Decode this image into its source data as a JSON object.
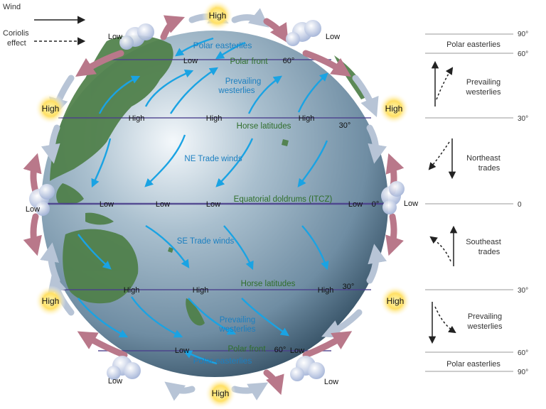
{
  "legend": {
    "wind": "Wind",
    "coriolis_line1": "Coriolis",
    "coriolis_line2": "effect"
  },
  "belts": {
    "polar_easterlies": "Polar easterlies",
    "polar_front": "Polar front",
    "prevailing_line1": "Prevailing",
    "prevailing_line2": "westerlies",
    "horse_latitudes": "Horse latitudes",
    "ne_trades": "NE Trade winds",
    "itcz": "Equatorial doldrums (ITCZ)",
    "se_trades": "SE Trade winds"
  },
  "pressure": {
    "high": "High",
    "low": "Low"
  },
  "latitudes_on_globe": {
    "lat60": "60°",
    "lat30": "30°",
    "lat0": "0°"
  },
  "side_scale": {
    "ticks": [
      "90°",
      "60°",
      "30°",
      "0",
      "30°",
      "60°",
      "90°"
    ],
    "zones": [
      {
        "lines": [
          "Polar easterlies"
        ]
      },
      {
        "lines": [
          "Prevailing",
          "westerlies"
        ]
      },
      {
        "lines": [
          "Northeast",
          "trades"
        ]
      },
      {
        "lines": [
          "Southeast",
          "trades"
        ]
      },
      {
        "lines": [
          "Prevailing",
          "westerlies"
        ]
      },
      {
        "lines": [
          "Polar easterlies"
        ]
      }
    ]
  },
  "colors": {
    "ocean": "#6f8da3",
    "land": "#4e7f48",
    "wind_arrow": "#1aa3e3",
    "pressure_line": "#4a3f8c",
    "belt_label": "#2f6e2a",
    "wind_label": "#1b7fc0",
    "rising_cell": "#b9788a",
    "sinking_cell": "#b7c4d6",
    "high_glow": "#ffd54a"
  }
}
